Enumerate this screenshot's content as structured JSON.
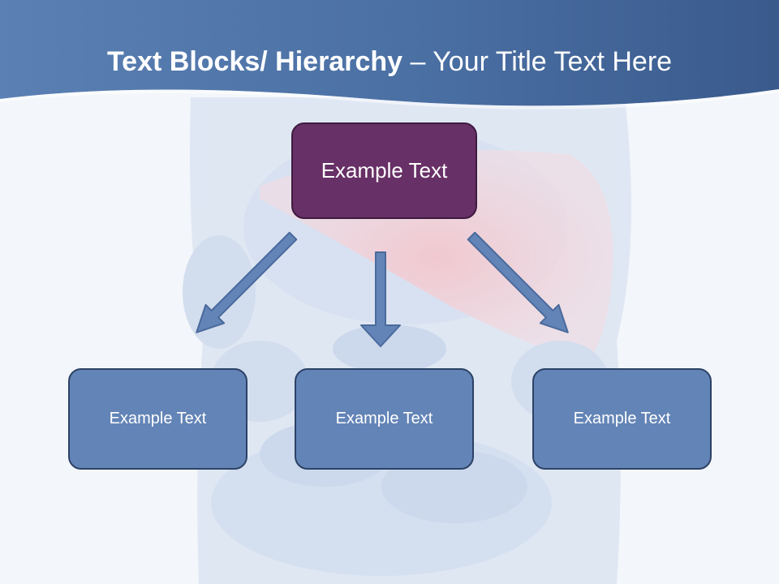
{
  "slide": {
    "title_bold": "Text Blocks/ Hierarchy",
    "title_dash": " – ",
    "title_rest": "Your Title Text Here"
  },
  "diagram": {
    "top": "Example Text",
    "children": [
      "Example Text",
      "Example Text",
      "Example Text"
    ]
  },
  "colors": {
    "header": "#4a6fa3",
    "top_box": "#673066",
    "child_box": "#6384b6",
    "arrow": "#6384b6"
  }
}
